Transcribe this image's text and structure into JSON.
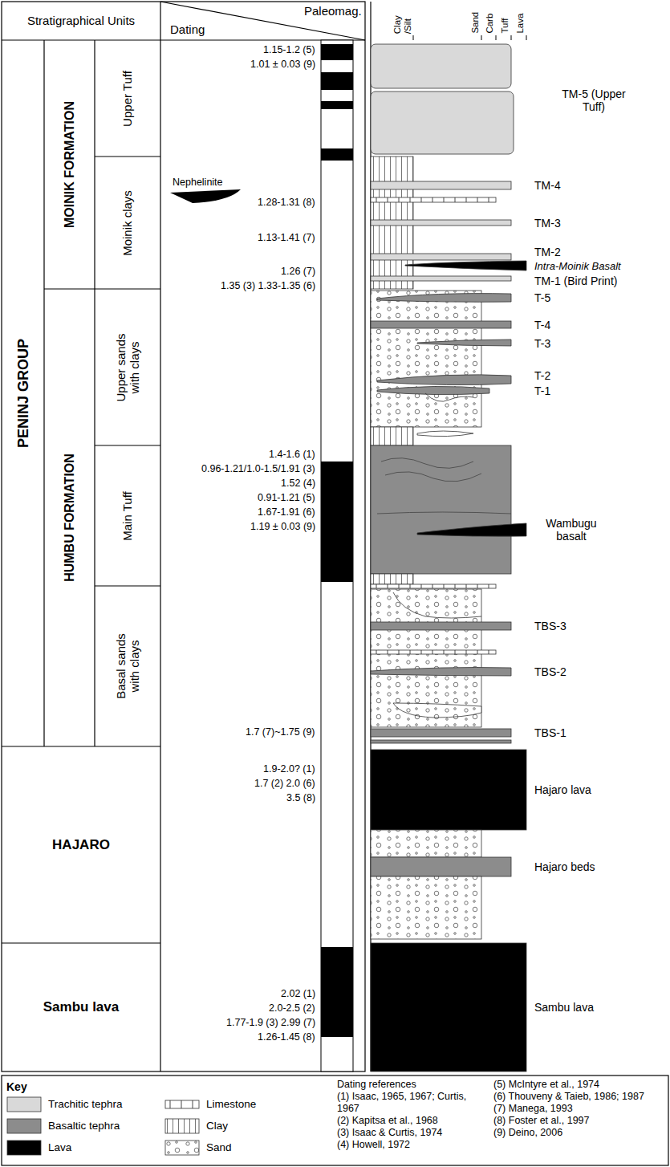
{
  "diagram": {
    "nodes": [
      {
        "text": [
          "PENINJ GROUP"
        ]
      },
      {
        "text": [
          "MOINIK FORMATION"
        ]
      },
      {
        "text": [
          "Upper Tuff"
        ]
      },
      {
        "text": [
          "Moinik clays"
        ]
      },
      {
        "text": [
          "HUMBU FORMATION"
        ]
      },
      {
        "text": [
          "Upper sands with clays"
        ]
      },
      {
        "text": [
          "Main Tuff"
        ]
      },
      {
        "text": [
          "Basal sands with clays"
        ]
      },
      {
        "text": [
          "HAJARO"
        ]
      },
      {
        "text": [
          "Sambu lava"
        ]
      }
    ],
    "edges": [],
    "labels": [
      "Stratigraphical Units",
      "Dating",
      "Paleomag.",
      "Clay /Silt",
      "Sand",
      "Carb",
      "Tuff",
      "Lava",
      "1.15-1.2 (5)",
      "1.01 ± 0.03 (9)",
      "Nephelinite",
      "1.28-1.31 (8)",
      "1.13-1.41 (7)",
      "1.26 (7)",
      "1.35 (3) 1.33-1.35 (6)",
      "1.4-1.6 (1)",
      "0.96-1.21/1.0-1.5/1.91 (3)",
      "1.52 (4)",
      "0.91-1.21 (5)",
      "1.67-1.91 (6)",
      "1.19 ± 0.03 (9)",
      "1.7 (7)~1.75 (9)",
      "1.9-2.0? (1)",
      "1.7 (2) 2.0 (6)",
      "3.5 (8)",
      "2.02 (1)",
      "2.0-2.5 (2)",
      "1.77-1.9 (3) 2.99 (7)",
      "1.26-1.45 (8)",
      "TM-5 (Upper Tuff)",
      "TM-4",
      "TM-3",
      "TM-2",
      "Intra-Moinik Basalt",
      "TM-1 (Bird Print)",
      "T-5",
      "T-4",
      "T-3",
      "T-2",
      "T-1",
      "Wambugu basalt",
      "TBS-3",
      "TBS-2",
      "TBS-1",
      "Hajaro lava",
      "Hajaro beds",
      "Sambu lava",
      "Key",
      "Dating references",
      "(1) Isaac, 1965, 1967; Curtis, 1967",
      "(2) Kapitsa et al., 1968",
      "(3) Isaac & Curtis, 1974",
      "(4) Howell, 1972",
      "(5) McIntyre et al., 1974",
      "(6) Thouveny & Taieb, 1986; 1987",
      "(7) Manega, 1993",
      "(8) Foster et al., 1997",
      "(9) Deino, 2006"
    ],
    "legend": [
      {
        "text": "Trachitic tephra",
        "color": "#d9d9d9"
      },
      {
        "text": "Basaltic tephra",
        "color": "#8c8c8c"
      },
      {
        "text": "Lava",
        "color": "#000000"
      },
      {
        "text": "Limestone"
      },
      {
        "text": "Clay"
      },
      {
        "text": "Sand"
      }
    ]
  }
}
